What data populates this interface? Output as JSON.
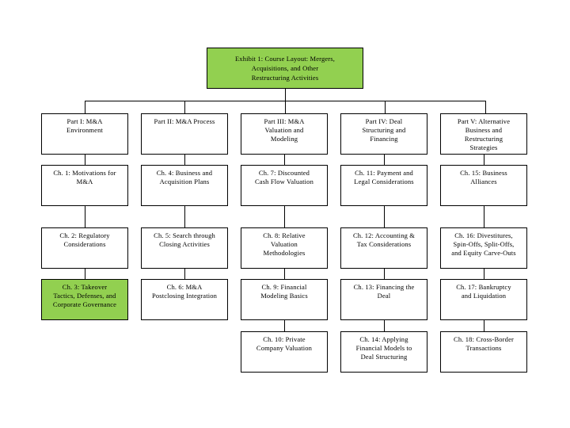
{
  "diagram": {
    "title_node": {
      "id": "exhibit-title",
      "text": "Exhibit 1: Course Layout: Mergers,\nAcquisitions, and Other\nRestructuring Activities",
      "highlight": true
    },
    "colors": {
      "highlight_green": "#92D050",
      "box_fill": "#ffffff",
      "border": "#000000",
      "text": "#000000",
      "canvas_background": "#ffffff"
    },
    "columns": [
      {
        "column_index": 1,
        "part": "Part I: M&A\nEnvironment",
        "chapters": [
          "Ch. 1: Motivations for\nM&A",
          "Ch. 2: Regulatory\nConsiderations",
          "Ch. 3: Takeover\nTactics, Defenses, and\nCorporate Governance"
        ],
        "highlighted_chapter_index": 2
      },
      {
        "column_index": 2,
        "part": "Part II: M&A Process",
        "chapters": [
          "Ch. 4: Business and\nAcquisition Plans",
          "Ch. 5: Search through\nClosing Activities",
          "Ch. 6: M&A\nPostclosing Integration"
        ],
        "highlighted_chapter_index": -1
      },
      {
        "column_index": 3,
        "part": "Part III: M&A\nValuation and\nModeling",
        "chapters": [
          "Ch. 7: Discounted\nCash Flow Valuation",
          "Ch. 8: Relative\nValuation\nMethodologies",
          "Ch. 9: Financial\nModeling  Basics",
          "Ch. 10: Private\nCompany Valuation"
        ],
        "highlighted_chapter_index": -1
      },
      {
        "column_index": 4,
        "part": "Part IV: Deal\nStructuring and\nFinancing",
        "chapters": [
          "Ch. 11: Payment and\nLegal Considerations",
          "Ch. 12: Accounting &\nTax Considerations",
          "Ch. 13: Financing the\nDeal",
          "Ch. 14: Applying\nFinancial Models to\nDeal Structuring"
        ],
        "highlighted_chapter_index": -1
      },
      {
        "column_index": 5,
        "part": "Part V: Alternative\nBusiness and\nRestructuring\nStrategies",
        "chapters": [
          "Ch. 15: Business\nAlliances",
          "Ch. 16: Divestitures,\nSpin-Offs, Split-Offs,\nand Equity Carve-Outs",
          "Ch. 17: Bankruptcy\nand Liquidation",
          "Ch. 18: Cross-Border\nTransactions"
        ],
        "highlighted_chapter_index": -1
      }
    ]
  }
}
